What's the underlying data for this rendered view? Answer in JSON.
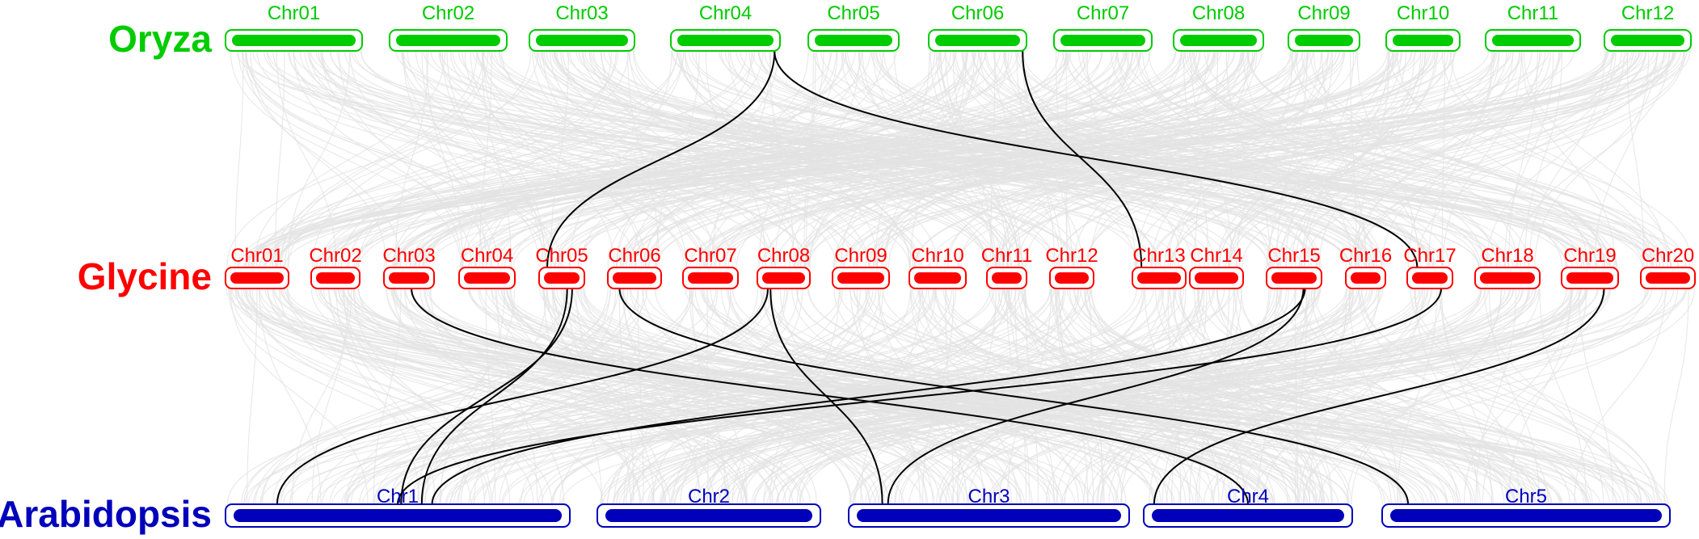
{
  "tracks": [
    {
      "id": "oryza",
      "name": "Oryza",
      "color": "#00cc00",
      "chromosomes": [
        "Chr01",
        "Chr02",
        "Chr03",
        "Chr04",
        "Chr05",
        "Chr06",
        "Chr07",
        "Chr08",
        "Chr09",
        "Chr10",
        "Chr11",
        "Chr12"
      ]
    },
    {
      "id": "glycine",
      "name": "Glycine",
      "color": "#ff0000",
      "chromosomes": [
        "Chr01",
        "Chr02",
        "Chr03",
        "Chr04",
        "Chr05",
        "Chr06",
        "Chr07",
        "Chr08",
        "Chr09",
        "Chr10",
        "Chr11",
        "Chr12",
        "Chr13",
        "Chr14",
        "Chr15",
        "Chr16",
        "Chr17",
        "Chr18",
        "Chr19",
        "Chr20"
      ]
    },
    {
      "id": "arabidopsis",
      "name": "Arabidopsis",
      "color": "#0000bb",
      "chromosomes": [
        "Chr1",
        "Chr2",
        "Chr3",
        "Chr4",
        "Chr5"
      ]
    }
  ],
  "background_links_color": "#e3e3e3",
  "highlight_links_color": "#000000",
  "highlight_links": [
    {
      "from": "oryza.Chr04",
      "to": "glycine.Chr05"
    },
    {
      "from": "oryza.Chr04",
      "to": "glycine.Chr17"
    },
    {
      "from": "oryza.Chr06",
      "to": "glycine.Chr13"
    },
    {
      "from": "glycine.Chr03",
      "to": "arabidopsis.Chr4"
    },
    {
      "from": "glycine.Chr05",
      "to": "arabidopsis.Chr1"
    },
    {
      "from": "glycine.Chr05",
      "to": "arabidopsis.Chr1"
    },
    {
      "from": "glycine.Chr06",
      "to": "arabidopsis.Chr5"
    },
    {
      "from": "glycine.Chr08",
      "to": "arabidopsis.Chr1"
    },
    {
      "from": "glycine.Chr08",
      "to": "arabidopsis.Chr3"
    },
    {
      "from": "glycine.Chr15",
      "to": "arabidopsis.Chr1"
    },
    {
      "from": "glycine.Chr15",
      "to": "arabidopsis.Chr3"
    },
    {
      "from": "glycine.Chr17",
      "to": "arabidopsis.Chr1"
    },
    {
      "from": "glycine.Chr19",
      "to": "arabidopsis.Chr4"
    }
  ]
}
